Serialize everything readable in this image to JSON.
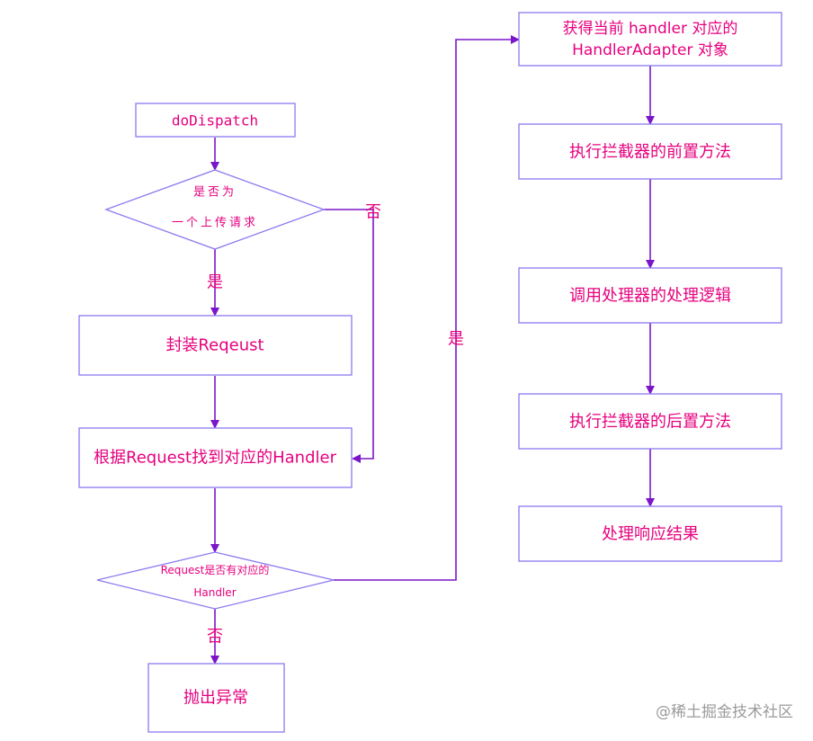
{
  "nodes": {
    "do_dispatch": "doDispatch",
    "is_upload_line1": "是否为",
    "is_upload_line2": "一个上传请求",
    "wrap_request": "封装Reqeust",
    "find_handler": "根据Request找到对应的Handler",
    "has_handler_line1": "Request是否有对应的",
    "has_handler_line2": "Handler",
    "throw_exception": "抛出异常",
    "get_adapter_line1": "获得当前 handler 对应的",
    "get_adapter_line2": "HandlerAdapter 对象",
    "pre_interceptor": "执行拦截器的前置方法",
    "invoke_handler": "调用处理器的处理逻辑",
    "post_interceptor": "执行拦截器的后置方法",
    "handle_response": "处理响应结果"
  },
  "edges": {
    "upload_yes": "是",
    "upload_no": "否",
    "handler_no": "否",
    "handler_yes": "是"
  },
  "watermark": "@稀土掘金技术社区",
  "colors": {
    "shape_border": "#8a7af0",
    "arrow": "#7a16c8",
    "text": "#e6007e"
  }
}
